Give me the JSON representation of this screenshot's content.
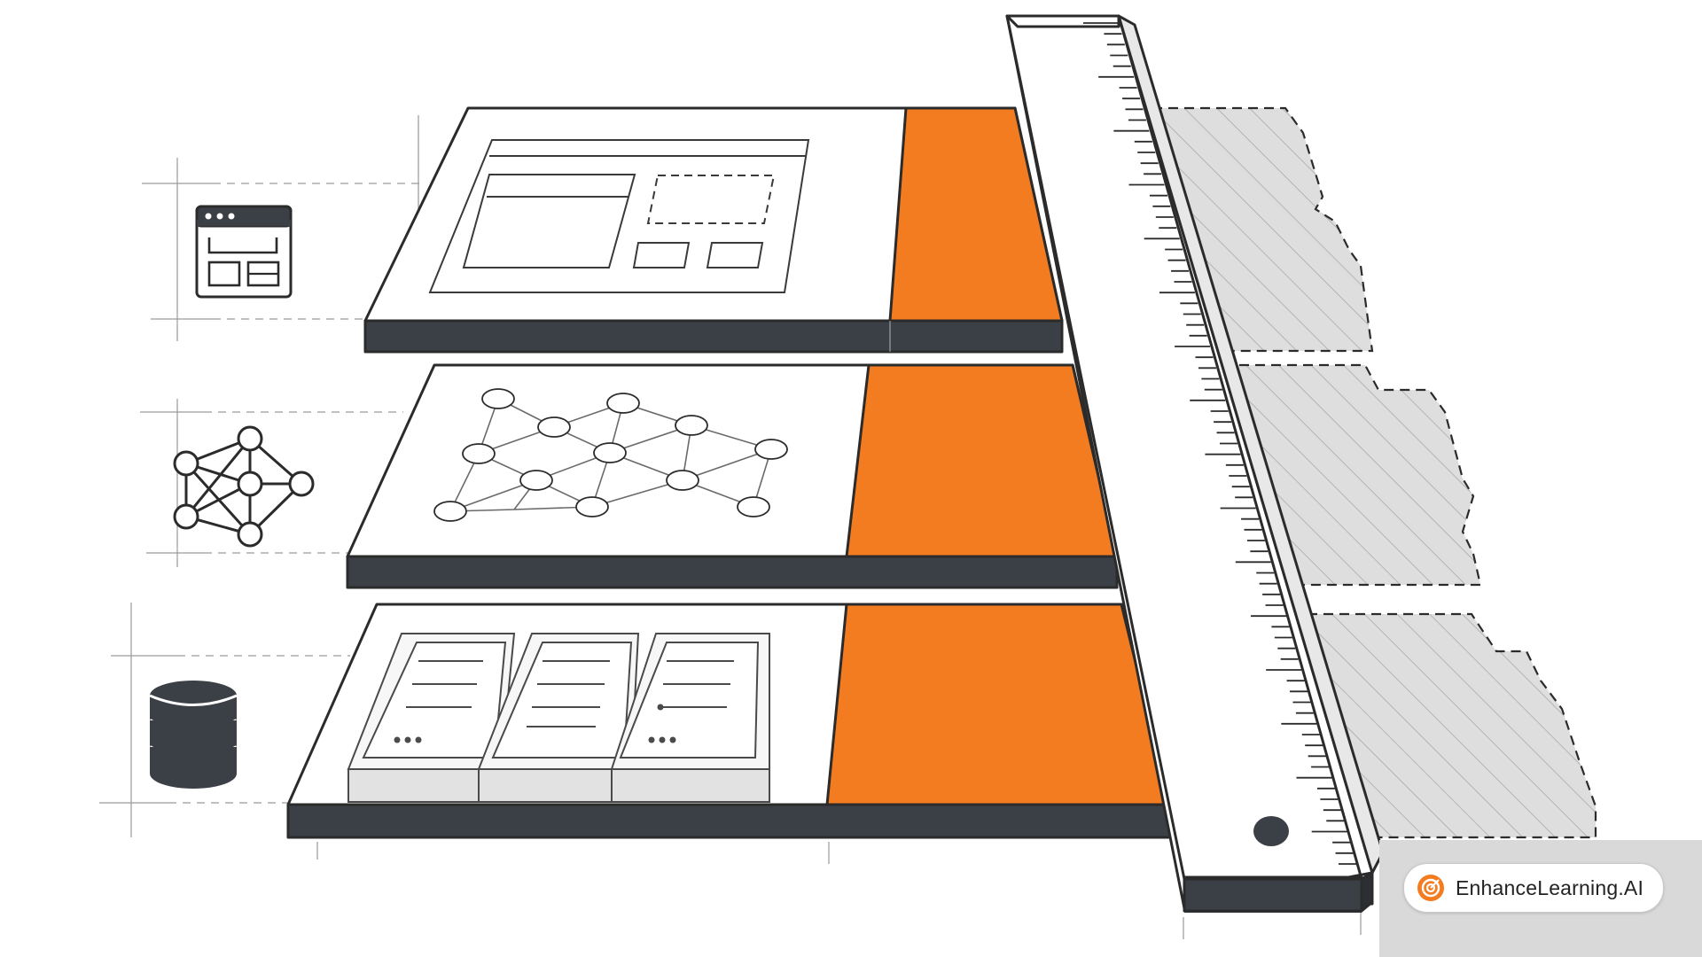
{
  "colors": {
    "accent": "#f47c20",
    "slab_edge": "#3b4047",
    "outline": "#2b2b2b",
    "ghost_fill": "#dedede",
    "ghost_hatch": "#9a9a9a",
    "guide": "#8a8a8a",
    "badge_bg": "#ffffff",
    "badge_zone": "#d9d9d9"
  },
  "layers": [
    {
      "name": "interface-layer",
      "icon": "browser-window-icon"
    },
    {
      "name": "network-layer",
      "icon": "network-graph-icon"
    },
    {
      "name": "data-layer",
      "icon": "database-icon"
    }
  ],
  "ruler": {
    "icon": "ruler-icon"
  },
  "brand": {
    "label": "EnhanceLearning.AI",
    "icon": "target-logo-icon"
  }
}
